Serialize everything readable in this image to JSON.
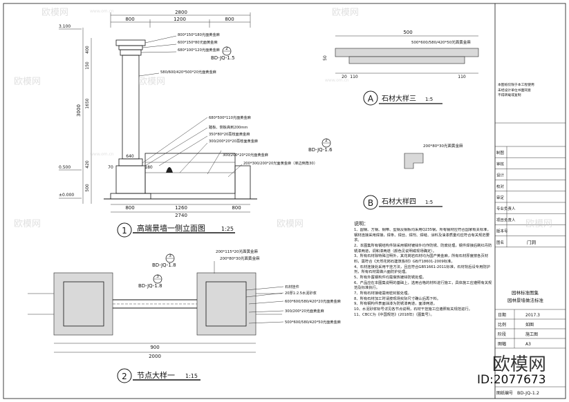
{
  "elevation": {
    "dims_top": [
      "2800",
      "800",
      "1200",
      "800"
    ],
    "dims_left": [
      "3.100",
      "400",
      "150",
      "3000",
      "1650",
      "420",
      "0.500",
      "500",
      "±0.000"
    ],
    "dims_bottom_row1": [
      "800",
      "1260",
      "800"
    ],
    "dims_bottom_row2": [
      "2740"
    ],
    "dims_mid": [
      "640",
      "180",
      "70"
    ],
    "callouts": [
      "800*150*180光面黄金麻",
      "600*150*80光面黄金麻",
      "680*100*120光面黄金麻",
      "580/600/420*500*20光面黄金麻",
      "680*500*110光面黄金麻",
      "踏板、侧板高到200mm",
      "350*80*20荔枝面黄金麻",
      "300/200*20*20荔枝面黄金麻",
      "300/200*20*20光面黄金麻",
      "200*300/200*20光面黄金麻（单边倒角30）"
    ],
    "ref_num": "2",
    "ref_code": "BD-JQ-1.5",
    "ref_num2": "2",
    "ref_code2": "BD-JQ-1.6",
    "title_num": "1",
    "title": "高端景墙一侧立面图",
    "scale": "1:25"
  },
  "detail_a": {
    "dims": [
      "500",
      "50",
      "110",
      "110",
      "20"
    ],
    "callout": "500*600/580/420*50光面黄金麻",
    "letter": "A",
    "title": "石材大样三",
    "scale": "1:5"
  },
  "detail_b": {
    "callout": "200*80*30光面黄金麻",
    "letter": "B",
    "title": "石材大样四",
    "scale": "1:5"
  },
  "node": {
    "ref_num_a": "3",
    "ref_code_a": "BD-JQ-1.8",
    "ref_num_b": "3",
    "ref_code_b": "BD-JQ-1.8",
    "callouts_top": [
      "200*115*20光面黄金麻",
      "200*80*30光面黄金麻"
    ],
    "callouts_right": [
      "石材挂件",
      "20厚1:2.5水泥砂浆",
      "600*600/580/420*20光面黄金麻",
      "300/200*20光面黄金麻",
      "500*600/580/420*50光面黄金麻"
    ],
    "dims_bottom": [
      "900",
      "2000"
    ],
    "title_num": "2",
    "title": "节点大样一",
    "scale": "1:15"
  },
  "notes": {
    "heading": "说明：",
    "items": [
      "1、圆钢、方钢、钢带、型钢及钢板均采用Q235钢，所有钢材应符合国家有关标准，钢材连接采用焊接，焊条、焊丝、焊剂、焊缝、涂料及油漆质量均应符合有关规范要求。",
      "2、本图集所有钢结构件除采用钢材镀锌外均作防锈、防腐处理，钢件焊接后刷红丹防锈漆两道，调和漆两道（颜色见说明或现场确定）。",
      "3、所有石材除特殊注明外，其花岗岩石材均为国产黄金麻，所有石材厚度按各页材料，需符合《天然花岗石建筑板材》GB/T18601-2009标准。",
      "4、石材连接处采用干挂方法，且应符合GB51661-2011标准，石材背后设专用防护剂，所有石材需做六面防护处理。",
      "5、所有外露钢构件均需做热镀锌防锈处理。",
      "6、产品应在本图集说明的基础上，选用合格的材料进行施工，具体施工应遵照有关规范及标准执行。",
      "7、所有石材接缝需用密封胶处理。",
      "8、所有石材加工时请按现场实际尺寸确认后再下料。",
      "9、所有钢构件表面油漆为防锈漆两道，面漆两道。",
      "10、水泥砂浆标号详见各节点说明，石材干挂施工应遵照有关规范进行。",
      "11、CBCC为《中国规范》(2018年)（图集号）。"
    ]
  },
  "title_block": {
    "rows": [
      "制图",
      "审核",
      "设计",
      "校对",
      "审定",
      "专业负责人",
      "项目负责人",
      "版本号",
      "图名"
    ],
    "row_values": [
      "",
      "",
      "",
      "",
      "",
      "",
      "",
      "",
      "门洞"
    ],
    "book_title_1": "园林标准图集",
    "book_title_2": "园林景墙做法标准",
    "date_label": "日期",
    "date_value": "2017.3",
    "scale_label": "比例",
    "scale_value": "如图",
    "stage_label": "阶段",
    "stage_value": "施工图",
    "size_label": "图幅",
    "size_value": "A3",
    "code_label": "图纸编号",
    "code_value": "BD-JQ-1.2"
  },
  "stamp_lines": [
    "本图纸仅限于本工程使用",
    "未经设计单位书面同意",
    "不得转载或复制"
  ],
  "watermark": {
    "brand": "欧模网",
    "url": "www.om.cn",
    "id": "ID:2077673"
  }
}
